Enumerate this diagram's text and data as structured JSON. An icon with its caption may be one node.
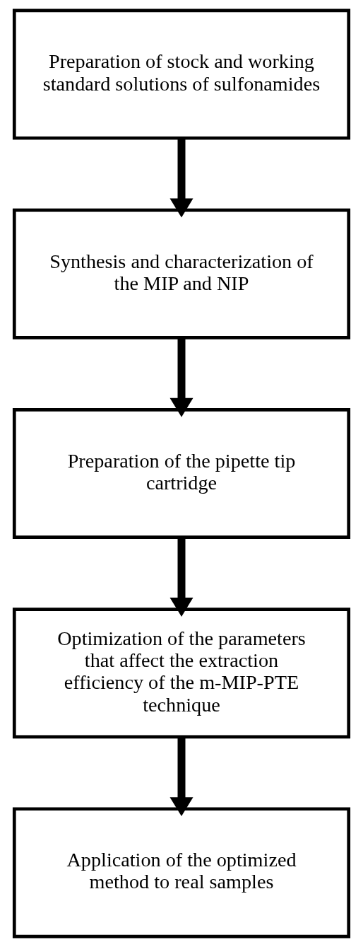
{
  "diagram": {
    "nodes": [
      {
        "text": [
          "Preparation of stock and working standard solutions of sulfonamides"
        ]
      },
      {
        "text": [
          "Synthesis and characterization of the MIP and NIP"
        ]
      },
      {
        "text": [
          "Preparation of the pipette tip cartridge"
        ]
      },
      {
        "text": [
          "Optimization of the parameters that affect the extraction efficiency of the m-MIP-PTE technique"
        ]
      },
      {
        "text": [
          "Application of the optimized method to real samples"
        ]
      }
    ],
    "edges": [
      {
        "from": 0,
        "to": 1,
        "arrow": "to"
      },
      {
        "from": 1,
        "to": 2,
        "arrow": "to"
      },
      {
        "from": 2,
        "to": 3,
        "arrow": "to"
      },
      {
        "from": 3,
        "to": 4,
        "arrow": "to"
      }
    ]
  }
}
